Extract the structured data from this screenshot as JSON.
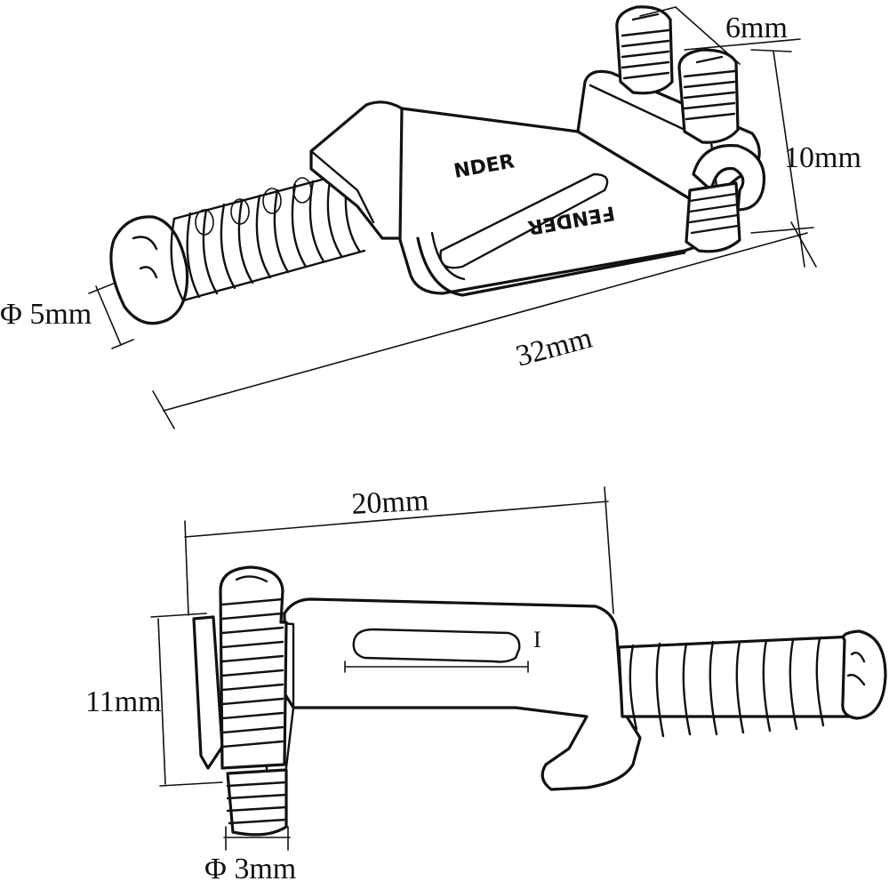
{
  "top_view": {
    "dimensions": {
      "screw_width": "6mm",
      "height": "10mm",
      "diameter": "Φ 5mm",
      "length": "32mm"
    },
    "engraving": [
      "NDER",
      "FENDER"
    ]
  },
  "side_view": {
    "dimensions": {
      "width": "20mm",
      "height": "11mm",
      "diameter": "Φ 3mm",
      "slot_mark": "I"
    }
  }
}
